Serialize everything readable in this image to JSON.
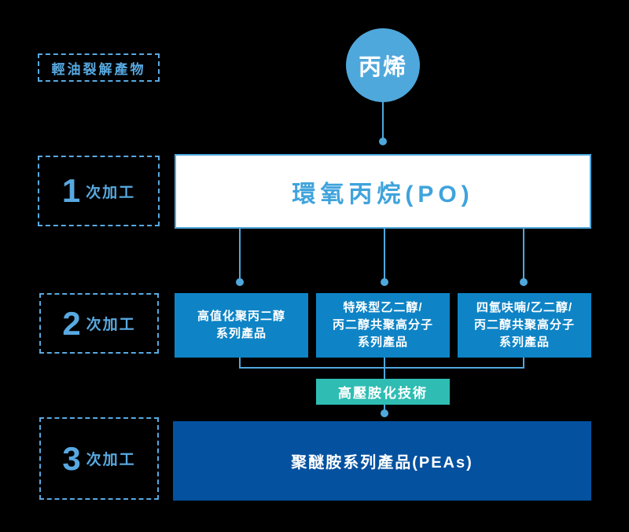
{
  "page": {
    "background": "#000000",
    "colors": {
      "accent_light_blue": "#4fa8dc",
      "dashed_label_blue": "#58a9e1",
      "product_box_blue": "#0e84c6",
      "tech_teal": "#2fbdb3",
      "tertiary_dark_blue": "#04519f",
      "po_text_blue": "#3fa3dc",
      "white": "#ffffff"
    }
  },
  "source_label": {
    "text": "輕油裂解產物"
  },
  "root_node": {
    "text": "丙烯"
  },
  "stages": [
    {
      "number": "1",
      "suffix": "次加工"
    },
    {
      "number": "2",
      "suffix": "次加工"
    },
    {
      "number": "3",
      "suffix": "次加工"
    }
  ],
  "primary_product": {
    "text": "環氧丙烷(PO)"
  },
  "secondary_products": [
    {
      "lines": [
        "高值化聚丙二醇",
        "系列產品",
        ""
      ]
    },
    {
      "lines": [
        "特殊型乙二醇/",
        "丙二醇共聚高分子",
        "系列產品"
      ]
    },
    {
      "lines": [
        "四氫呋喃/乙二醇/",
        "丙二醇共聚高分子",
        "系列產品"
      ]
    }
  ],
  "technology_label": {
    "text": "高壓胺化技術"
  },
  "tertiary_product": {
    "text": "聚醚胺系列產品(PEAs)"
  }
}
